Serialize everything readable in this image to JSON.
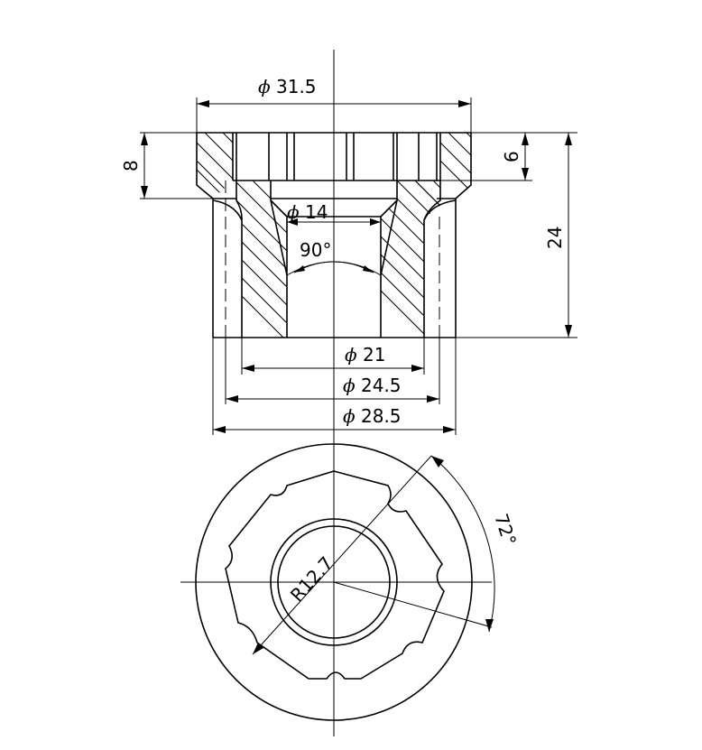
{
  "dimensions": {
    "flange_diameter": "31.5",
    "bore_diameter": "14",
    "countersink_angle": "90°",
    "counterbore_diameter": "21",
    "inner_diameter": "24.5",
    "outer_diameter": "28.5",
    "flange_height": "8",
    "slot_depth": "6",
    "overall_height": "24",
    "radius": "R12.7",
    "slot_angle": "72°"
  },
  "symbols": {
    "diameter": "ϕ"
  }
}
